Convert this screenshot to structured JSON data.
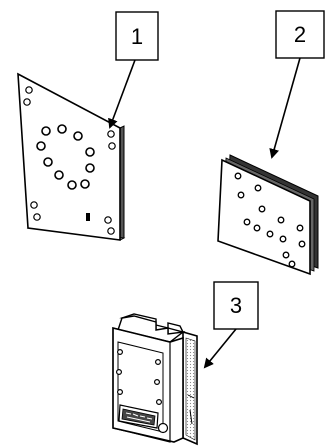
{
  "callouts": [
    {
      "label": "1"
    },
    {
      "label": "2"
    },
    {
      "label": "3"
    }
  ],
  "parts": [
    {
      "name": "square-plate",
      "callout": "1"
    },
    {
      "name": "rectangular-plate",
      "callout": "2"
    },
    {
      "name": "block-connector",
      "callout": "3"
    }
  ]
}
